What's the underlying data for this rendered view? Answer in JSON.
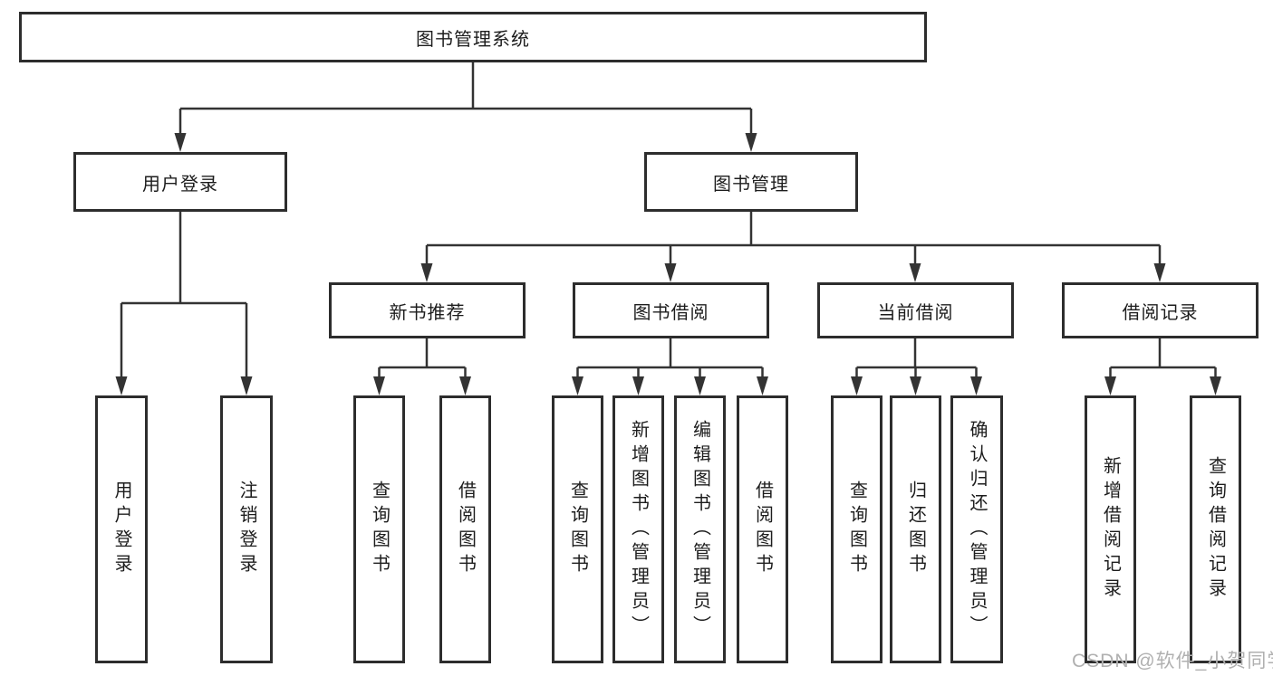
{
  "title": "图书管理系统",
  "level2": [
    "用户登录",
    "图书管理"
  ],
  "level3": [
    "新书推荐",
    "图书借阅",
    "当前借阅",
    "借阅记录"
  ],
  "leaves": {
    "user_login": [
      "用户登录",
      "注销登录"
    ],
    "new_book_recommend": [
      "查询图书",
      "借阅图书"
    ],
    "book_borrow": [
      "查询图书",
      "新增图书（管理员）",
      "编辑图书（管理员）",
      "借阅图书"
    ],
    "current_borrow": [
      "查询图书",
      "归还图书",
      "确认归还（管理员）"
    ],
    "borrow_records": [
      "新增借阅记录",
      "查询借阅记录"
    ]
  },
  "watermark": "CSDN @软件_小贺同学",
  "colors": {
    "line": "#333333",
    "text": "#1d1d1d",
    "background": "#ffffff",
    "watermark": "#b0b0b0"
  }
}
